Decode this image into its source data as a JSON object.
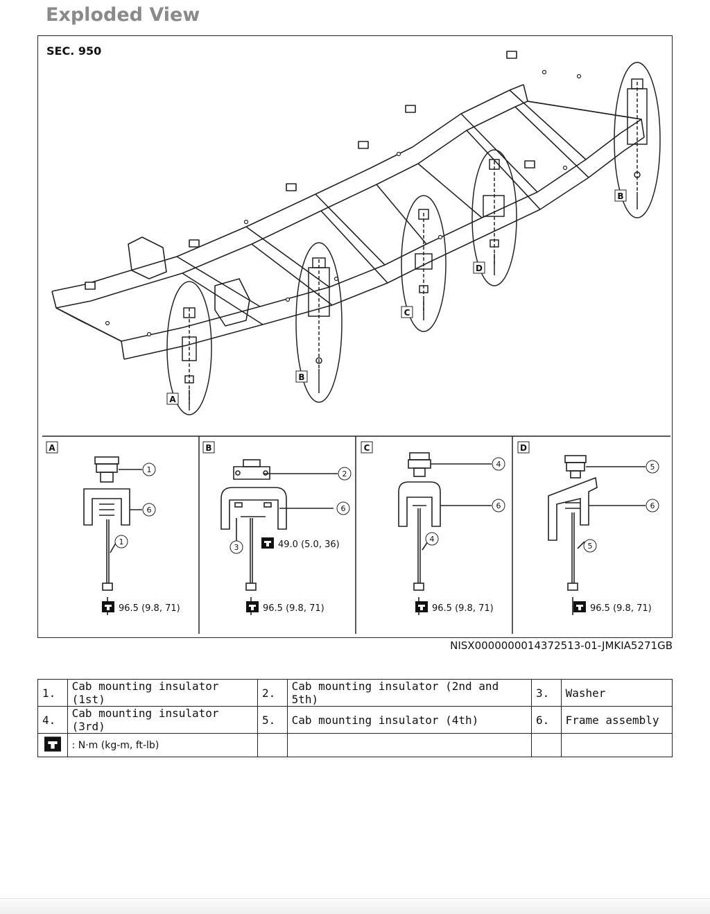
{
  "heading": "Exploded View",
  "section": "SEC. 950",
  "figure_id": "NISX0000000014372513-01-JMKIA5271GB",
  "detail_panels": [
    {
      "letter": "A",
      "callouts": [
        "1",
        "6",
        "1"
      ],
      "torques": [
        "96.5 (9.8, 71)"
      ]
    },
    {
      "letter": "B",
      "callouts": [
        "2",
        "6",
        "3"
      ],
      "torques": [
        "49.0 (5.0, 36)",
        "96.5 (9.8, 71)"
      ]
    },
    {
      "letter": "C",
      "callouts": [
        "4",
        "6",
        "4"
      ],
      "torques": [
        "96.5 (9.8, 71)"
      ]
    },
    {
      "letter": "D",
      "callouts": [
        "5",
        "6",
        "5"
      ],
      "torques": [
        "96.5 (9.8, 71)"
      ]
    }
  ],
  "main_labels": [
    "A",
    "B",
    "C",
    "D",
    "B"
  ],
  "legend": {
    "rows": [
      [
        {
          "num": "1.",
          "text": "Cab mounting insulator (1st)"
        },
        {
          "num": "2.",
          "text": "Cab mounting insulator (2nd and 5th)"
        },
        {
          "num": "3.",
          "text": "Washer"
        }
      ],
      [
        {
          "num": "4.",
          "text": "Cab mounting insulator (3rd)"
        },
        {
          "num": "5.",
          "text": "Cab mounting insulator (4th)"
        },
        {
          "num": "6.",
          "text": "Frame assembly"
        }
      ]
    ],
    "torque_unit": ": N·m (kg-m, ft-lb)",
    "torque_icon": "torque-wrench-icon"
  }
}
